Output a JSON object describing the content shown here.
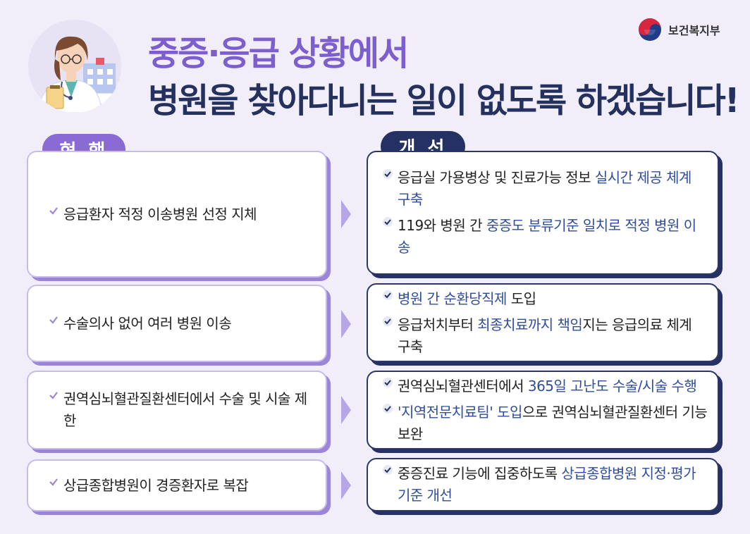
{
  "header": {
    "title_line1": "중증·응급 상황에서",
    "title_line2": "병원을 찾아다니는 일이 없도록 하겠습니다!",
    "ministry": "보건복지부"
  },
  "labels": {
    "current": "현 행",
    "improvement": "개 선"
  },
  "current": [
    "응급환자 적정 이송병원 선정 지체",
    "수술의사 없어 여러 병원 이송",
    "권역심뇌혈관질환센터에서 수술 및 시술 제한",
    "상급종합병원이 경증환자로 복잡"
  ],
  "improvement": [
    [
      [
        {
          "t": "응급실 가용병상 및 진료가능 정보 "
        },
        {
          "t": "실시간 제공 체계 구축",
          "h": true
        }
      ],
      [
        {
          "t": "119와 병원 간 "
        },
        {
          "t": "중증도 분류기준 일치로 적정 병원 이송",
          "h": true
        }
      ]
    ],
    [
      [
        {
          "t": "병원 간 순환당직제",
          "h": true
        },
        {
          "t": " 도입"
        }
      ],
      [
        {
          "t": "응급처치부터 "
        },
        {
          "t": "최종치료까지 책임",
          "h": true
        },
        {
          "t": "지는 응급의료 체계 구축"
        }
      ]
    ],
    [
      [
        {
          "t": "권역심뇌혈관센터에서 "
        },
        {
          "t": "365일 고난도 수술/시술 수행",
          "h": true
        }
      ],
      [
        {
          "t": "'지역전문치료팀' 도입",
          "h": true
        },
        {
          "t": "으로 권역심뇌혈관질환센터 기능 보완"
        }
      ]
    ],
    [
      [
        {
          "t": "중증진료 기능에 집중하도록 "
        },
        {
          "t": "상급종합병원 지정·평가 기준 개선",
          "h": true
        }
      ]
    ]
  ],
  "colors": {
    "purple": "#8a6ad3",
    "navy": "#253163",
    "highlight": "#2f4d9c",
    "background": "#f1eef9"
  },
  "icons": [
    "doctor-illustration",
    "ministry-logo-icon",
    "check-icon",
    "chevron-right-icon"
  ]
}
